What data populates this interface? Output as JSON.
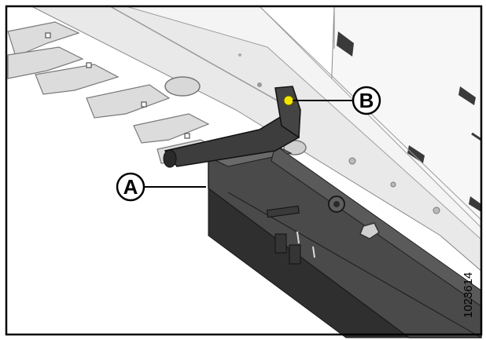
{
  "figure": {
    "figure_number": "1023614",
    "callouts": [
      {
        "id": "A",
        "label": "A"
      },
      {
        "id": "B",
        "label": "B"
      }
    ],
    "colors": {
      "frame": "#000000",
      "metal_light": "#e6e6e6",
      "metal_mid": "#c9c9c9",
      "dark_part": "#3a3a3a",
      "highlight": "#f2e600"
    }
  }
}
